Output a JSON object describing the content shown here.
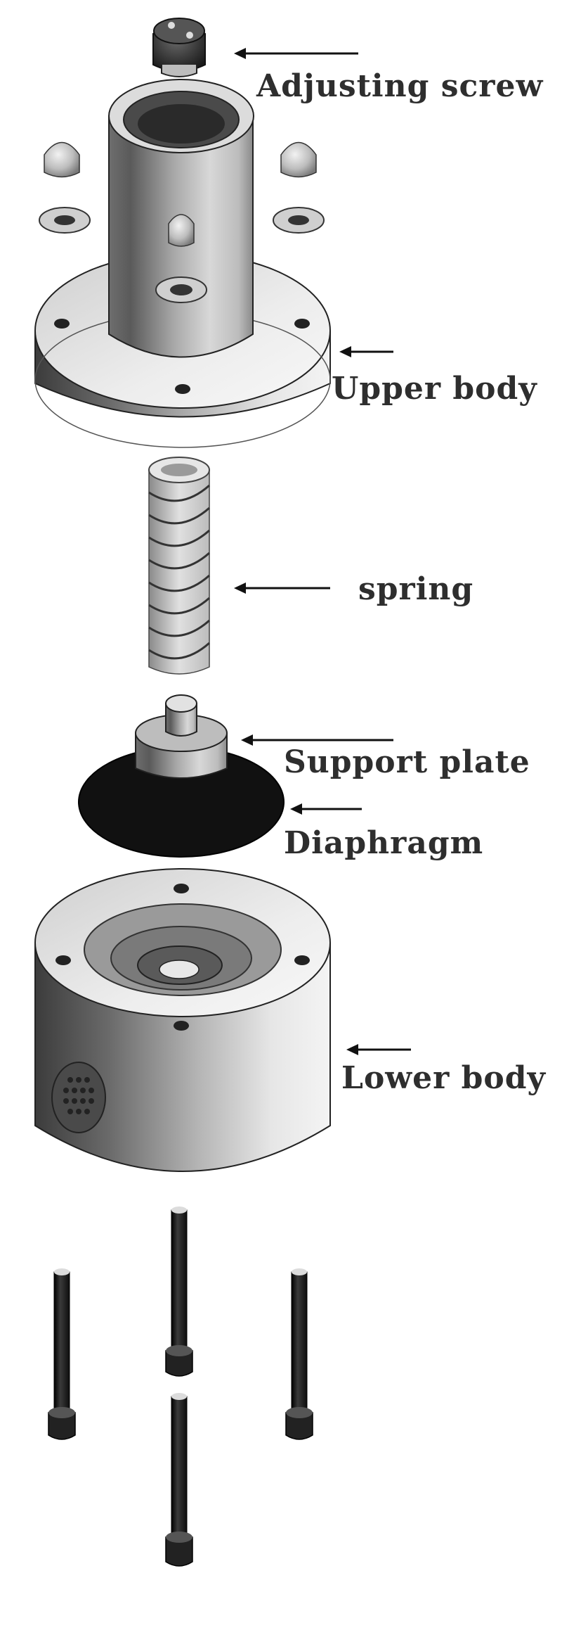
{
  "labels": {
    "adjusting_screw": "Adjusting screw",
    "upper_body": "Upper body",
    "spring": "spring",
    "support_plate": "Support plate",
    "diaphragm": "Diaphragm",
    "lower_body": "Lower body"
  },
  "colors": {
    "background": "#ffffff",
    "metal_light": "#e8e8e8",
    "metal_mid": "#9a9a9a",
    "metal_dark": "#3a3a3a",
    "diaphragm": "#111111",
    "bolt": "#1a1a1a",
    "text": "#2e2e2e"
  }
}
